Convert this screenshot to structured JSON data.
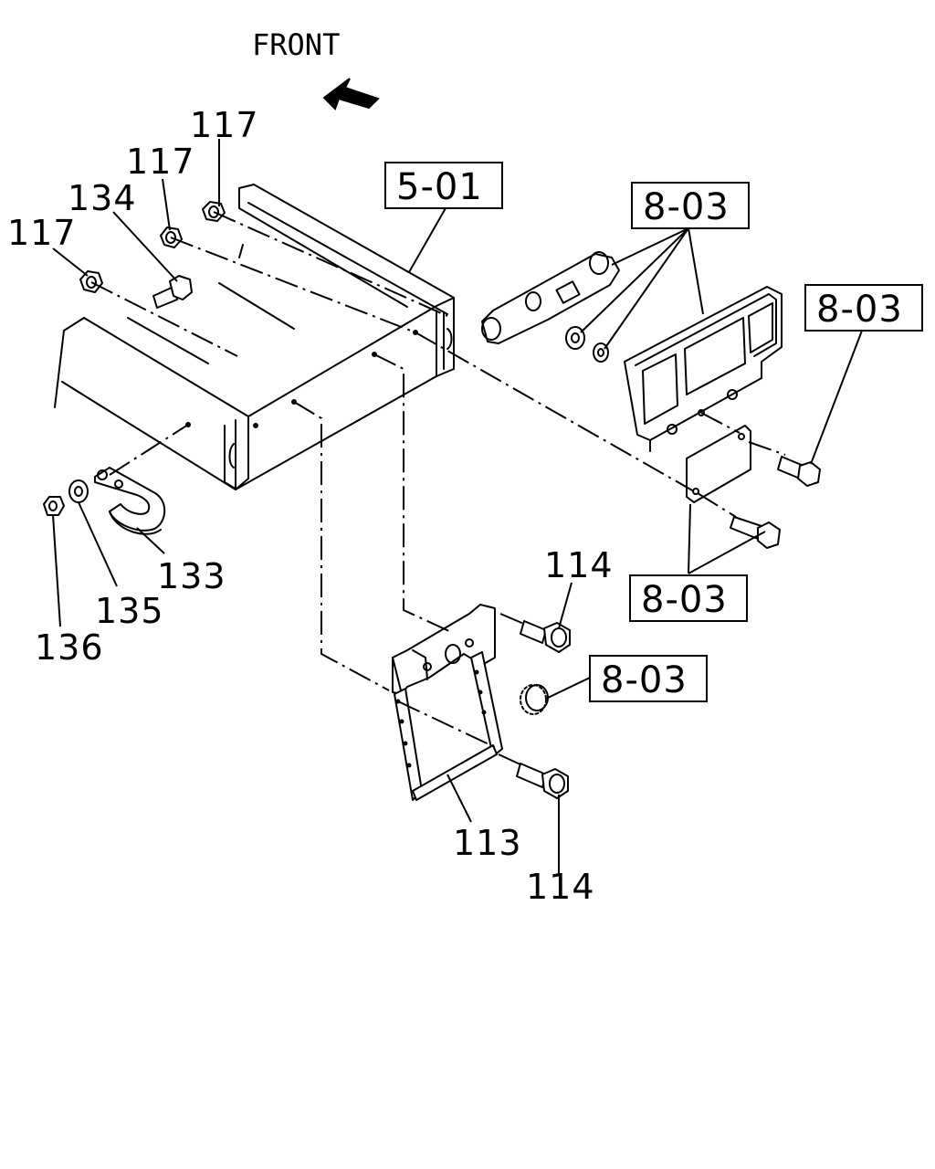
{
  "direction": {
    "label": "FRONT",
    "arrow_icon": "arrow-up-left-icon"
  },
  "callouts": {
    "c117a": "117",
    "c117b": "117",
    "c117c": "117",
    "c134": "134",
    "c133": "133",
    "c135": "135",
    "c136": "136",
    "c114a": "114",
    "c114b": "114",
    "c113": "113"
  },
  "references": {
    "frame": "5-01",
    "lamp_group": "8-03",
    "lamp_bolt": "8-03",
    "lamp_bracket": "8-03",
    "grommet": "8-03"
  }
}
